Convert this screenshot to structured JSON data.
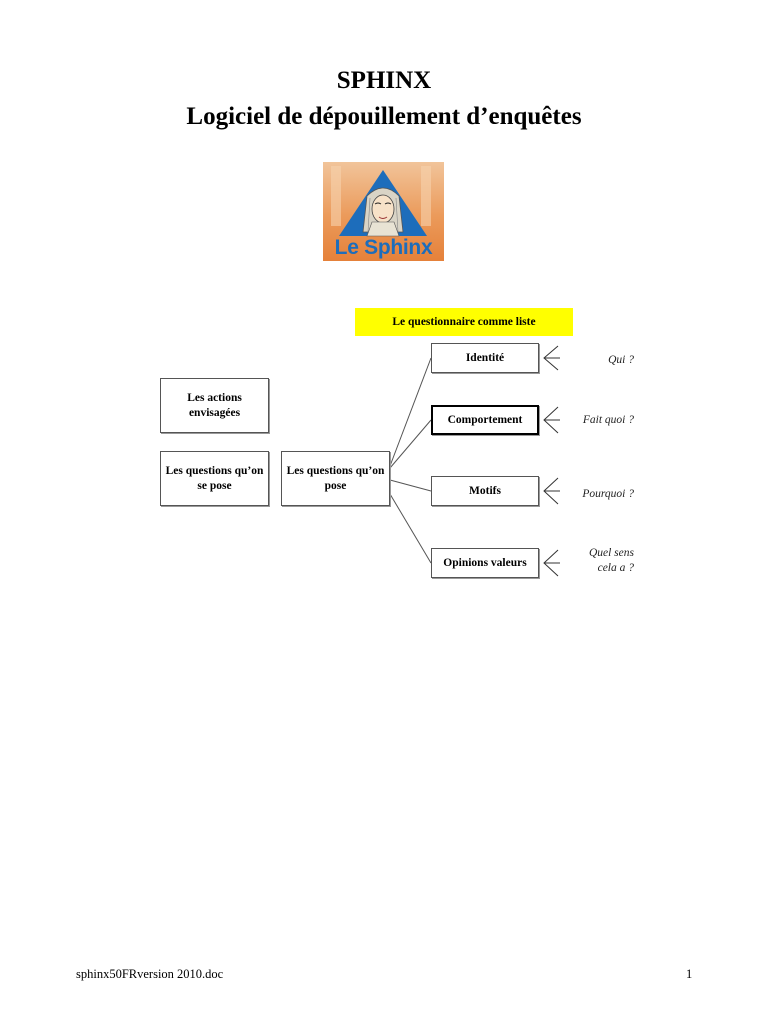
{
  "title": {
    "line1": "SPHINX",
    "line2": "Logiciel de dépouillement d’enquêtes"
  },
  "logo": {
    "text": "Le Sphinx",
    "colors": {
      "background": "#eb9a5a",
      "triangle": "#1d6dbb",
      "text": "#1d6dbb"
    }
  },
  "diagram": {
    "header": "Le questionnaire comme liste",
    "left_boxes": {
      "actions": "Les actions envisagées",
      "questions_left": "Les questions qu’on se pose",
      "questions_center": "Les questions qu’on pose"
    },
    "branches": [
      {
        "label": "Identité",
        "question": "Qui ?"
      },
      {
        "label": "Comportement",
        "question": "Fait quoi ?"
      },
      {
        "label": "Motifs",
        "question": "Pourquoi ?"
      },
      {
        "label": "Opinions valeurs",
        "question": "Quel sens cela a ?"
      }
    ],
    "colors": {
      "header_bg": "#ffff00",
      "lines": "#555555"
    }
  },
  "footer": {
    "filename": "sphinx50FRversion 2010.doc",
    "page": "1"
  }
}
